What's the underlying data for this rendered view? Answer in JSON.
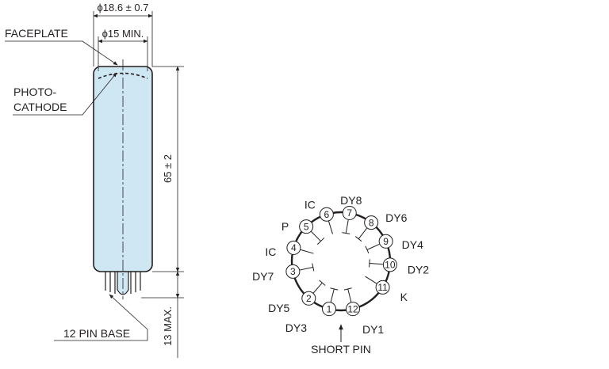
{
  "tube": {
    "diameter_outer": "ϕ18.6 ± 0.7",
    "diameter_inner": "ϕ15 MIN.",
    "length": "65 ± 2",
    "base_length": "13 MAX.",
    "labels": {
      "faceplate": "FACEPLATE",
      "photocathode_line1": "PHOTO-",
      "photocathode_line2": "CATHODE",
      "pin_base": "12 PIN BASE"
    },
    "colors": {
      "body_fill": "#cfe7f3",
      "line": "#231f20"
    }
  },
  "basing": {
    "short_pin_label": "SHORT PIN",
    "pins": [
      {
        "num": "1",
        "label": "DY3"
      },
      {
        "num": "2",
        "label": "DY5"
      },
      {
        "num": "3",
        "label": "DY7"
      },
      {
        "num": "4",
        "label": "IC"
      },
      {
        "num": "5",
        "label": "P"
      },
      {
        "num": "6",
        "label": "IC"
      },
      {
        "num": "7",
        "label": "DY8"
      },
      {
        "num": "8",
        "label": "DY6"
      },
      {
        "num": "9",
        "label": "DY4"
      },
      {
        "num": "10",
        "label": "DY2"
      },
      {
        "num": "11",
        "label": "K"
      },
      {
        "num": "12",
        "label": "DY1"
      }
    ]
  }
}
